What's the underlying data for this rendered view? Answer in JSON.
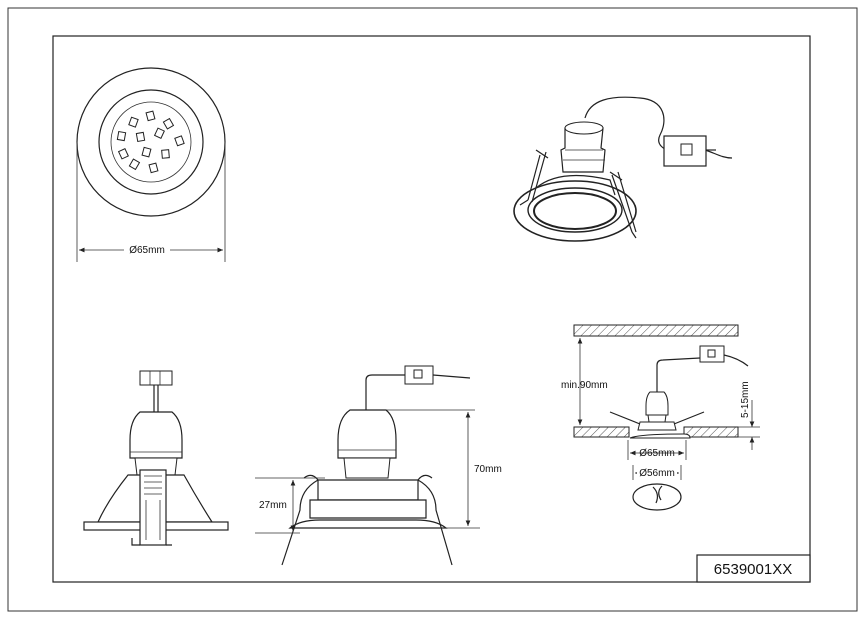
{
  "front_view": {
    "diameter_label": "Ø65mm"
  },
  "side_view": {
    "height_label": "70mm",
    "body_height_label": "27mm"
  },
  "install_view": {
    "min_depth_label": "min.90mm",
    "ceiling_thickness_label": "5-15mm",
    "outer_diameter_label": "Ø65mm",
    "cutout_diameter_label": "Ø56mm"
  },
  "part_number": "6539001XX"
}
